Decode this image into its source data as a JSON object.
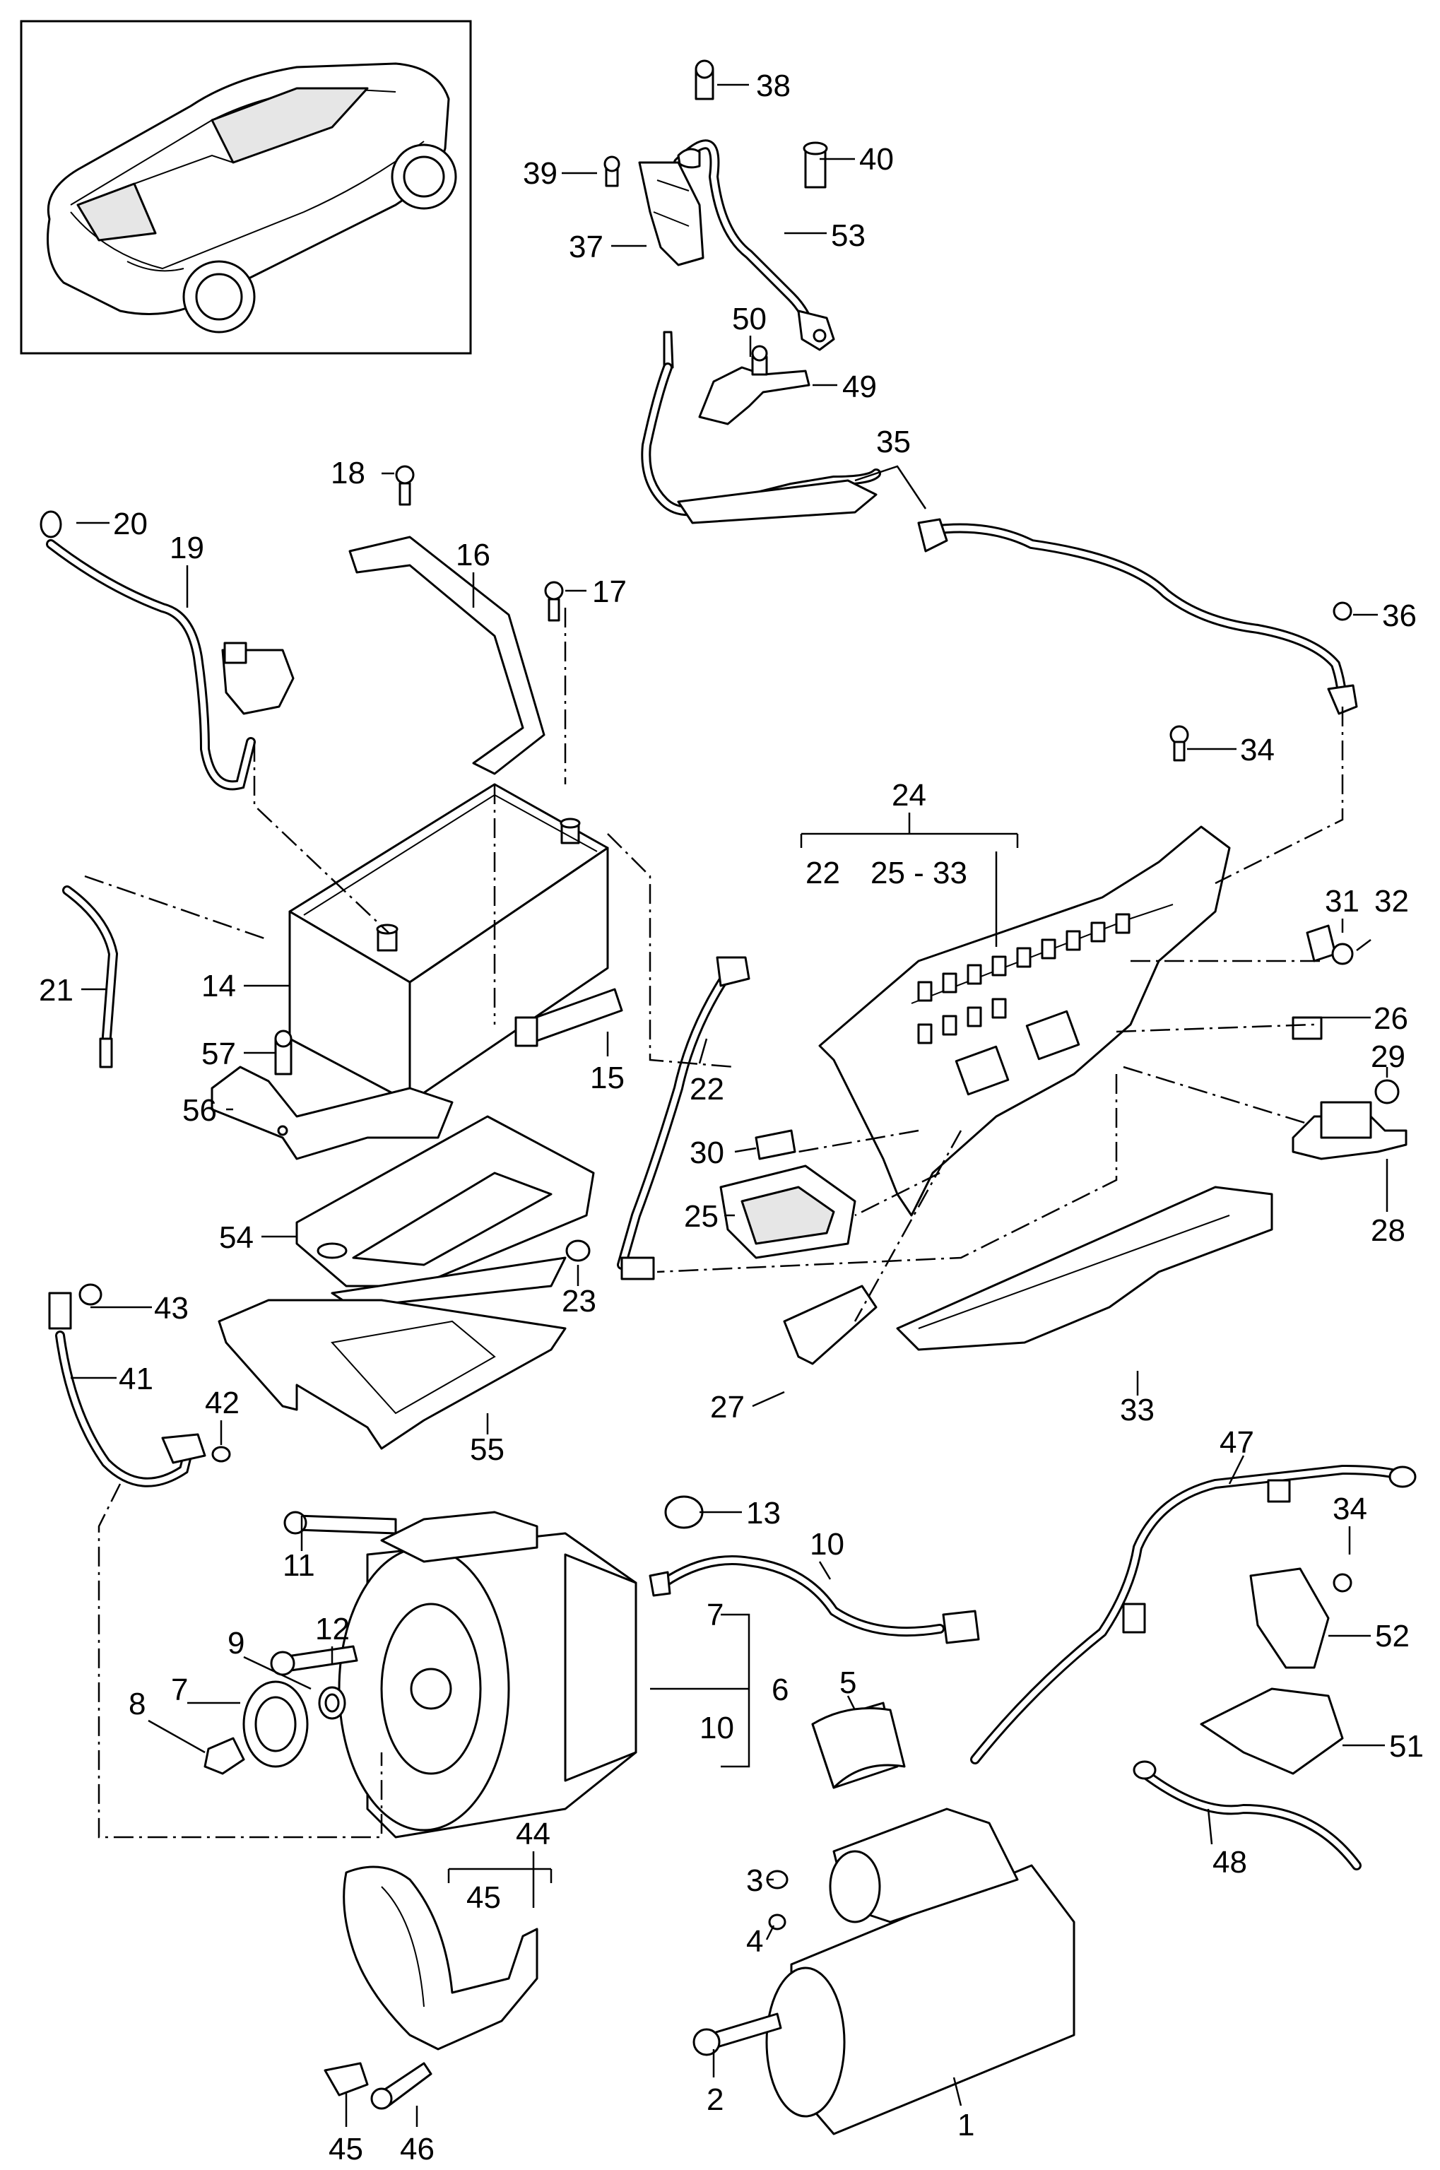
{
  "diagram": {
    "callouts": [
      {
        "id": "c38",
        "text": "38"
      },
      {
        "id": "c40",
        "text": "40"
      },
      {
        "id": "c39",
        "text": "39"
      },
      {
        "id": "c53",
        "text": "53"
      },
      {
        "id": "c37",
        "text": "37"
      },
      {
        "id": "c50",
        "text": "50"
      },
      {
        "id": "c49",
        "text": "49"
      },
      {
        "id": "c35",
        "text": "35"
      },
      {
        "id": "c18",
        "text": "18"
      },
      {
        "id": "c20",
        "text": "20"
      },
      {
        "id": "c19",
        "text": "19"
      },
      {
        "id": "c16",
        "text": "16"
      },
      {
        "id": "c17",
        "text": "17"
      },
      {
        "id": "c36",
        "text": "36"
      },
      {
        "id": "c34a",
        "text": "34"
      },
      {
        "id": "c24",
        "text": "24"
      },
      {
        "id": "c22a",
        "text": "22"
      },
      {
        "id": "c2533",
        "text": "25 - 33"
      },
      {
        "id": "c31",
        "text": "31"
      },
      {
        "id": "c32",
        "text": "32"
      },
      {
        "id": "c21",
        "text": "21"
      },
      {
        "id": "c14",
        "text": "14"
      },
      {
        "id": "c26",
        "text": "26"
      },
      {
        "id": "c57",
        "text": "57"
      },
      {
        "id": "c15",
        "text": "15"
      },
      {
        "id": "c22b",
        "text": "22"
      },
      {
        "id": "c29",
        "text": "29"
      },
      {
        "id": "c56",
        "text": "56"
      },
      {
        "id": "c30",
        "text": "30"
      },
      {
        "id": "c25",
        "text": "25"
      },
      {
        "id": "c28",
        "text": "28"
      },
      {
        "id": "c54",
        "text": "54"
      },
      {
        "id": "c23",
        "text": "23"
      },
      {
        "id": "c43",
        "text": "43"
      },
      {
        "id": "c41",
        "text": "41"
      },
      {
        "id": "c42",
        "text": "42"
      },
      {
        "id": "c27",
        "text": "27"
      },
      {
        "id": "c55",
        "text": "55"
      },
      {
        "id": "c33",
        "text": "33"
      },
      {
        "id": "c47",
        "text": "47"
      },
      {
        "id": "c13",
        "text": "13"
      },
      {
        "id": "c11",
        "text": "11"
      },
      {
        "id": "c10a",
        "text": "10"
      },
      {
        "id": "c34b",
        "text": "34"
      },
      {
        "id": "c12",
        "text": "12"
      },
      {
        "id": "c7a",
        "text": "7"
      },
      {
        "id": "c52",
        "text": "52"
      },
      {
        "id": "c9",
        "text": "9"
      },
      {
        "id": "c6",
        "text": "6"
      },
      {
        "id": "c8",
        "text": "8"
      },
      {
        "id": "c7b",
        "text": "7"
      },
      {
        "id": "c10b",
        "text": "10"
      },
      {
        "id": "c51",
        "text": "51"
      },
      {
        "id": "c5",
        "text": "5"
      },
      {
        "id": "c44",
        "text": "44"
      },
      {
        "id": "c45a",
        "text": "45"
      },
      {
        "id": "c3",
        "text": "3"
      },
      {
        "id": "c48",
        "text": "48"
      },
      {
        "id": "c4",
        "text": "4"
      },
      {
        "id": "c1",
        "text": "1"
      },
      {
        "id": "c2",
        "text": "2"
      },
      {
        "id": "c45b",
        "text": "45"
      },
      {
        "id": "c46",
        "text": "46"
      }
    ]
  }
}
